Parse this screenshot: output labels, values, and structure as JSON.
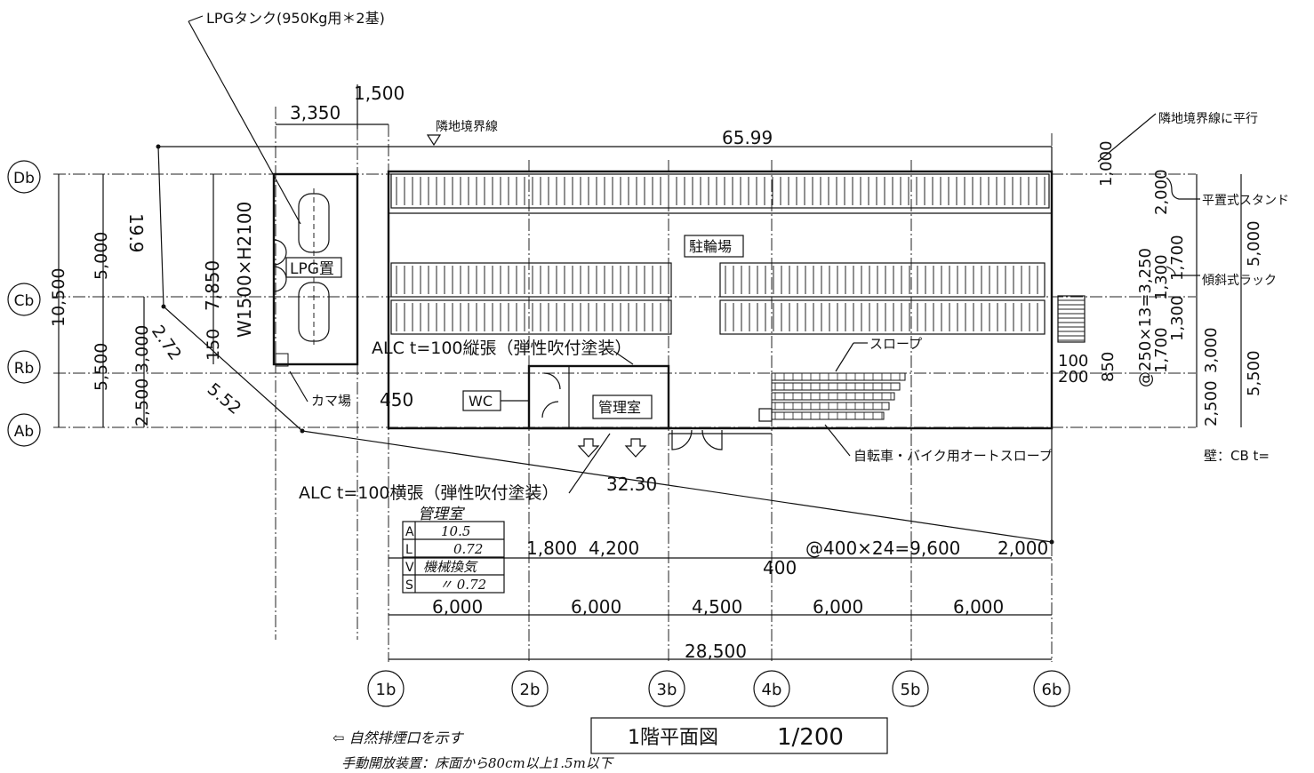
{
  "drawing": {
    "title": "1階平面図",
    "scale": "1/200",
    "legend": {
      "arrow_meaning": "⇦ 自然排煙口を示す",
      "manual_open": "手動開放装置：床面から80cm以上1.5m以下"
    },
    "labels": {
      "lpg_tank": "LPGタンク(950Kg用＊2基)",
      "boundary_top": "隣地境界線",
      "boundary_parallel": "隣地境界線に平行",
      "flat_stand": "平置式スタンド",
      "inclined_rack": "傾斜式ラック",
      "parking": "駐輪場",
      "lpg_room": "LPG置",
      "alc_vertical": "ALC t=100縦張（弾性吹付塗装）",
      "alc_horizontal": "ALC t=100横張（弾性吹付塗装）",
      "kama": "カマ場",
      "kama_angle": "450",
      "wc": "WC",
      "office": "管理室",
      "slope": "スロープ",
      "bike_slope": "自転車・バイク用オートスロープ",
      "wall": "壁：CB t="
    },
    "dimensions": {
      "d3350": "3,350",
      "d1500": "1,500",
      "d6599": "65.99",
      "d199": "19.9",
      "d7850": "7,850",
      "w1500h2100": "W1500×H2100",
      "d5000_left": "5,000",
      "d10500": "10,500",
      "d5500_left": "5,500",
      "d3000_left": "3,000",
      "d2500_left": "2,500",
      "d150": "150",
      "d272": "2.72",
      "d552": "5.52",
      "d3230": "32.30",
      "d1800": "1,800",
      "d4200": "4,200",
      "d400": "400",
      "pitch": "@400×24=9,600",
      "d2000_bottom": "2,000",
      "span1": "6,000",
      "span2": "6,000",
      "span3": "4,500",
      "span4": "6,000",
      "span5": "6,000",
      "total": "28,500",
      "d1000_right": "1,000",
      "d2000_right": "2,000",
      "d5000_right": "5,000",
      "d1700": "1,700",
      "d1300": "1,300",
      "d1300b": "1,300",
      "d1700b": "1,700",
      "d3250": "@250×13=3,250",
      "d850": "850",
      "d200": "200",
      "d100": "100",
      "d3000_right": "3,000",
      "d2500_right": "2,500",
      "d5500_right": "5,500"
    },
    "axes": {
      "rows": [
        "Db",
        "Cb",
        "Rb",
        "Ab"
      ],
      "columns": [
        "1b",
        "2b",
        "3b",
        "4b",
        "5b",
        "6b"
      ]
    },
    "schedule": {
      "title": "管理室",
      "rows": [
        {
          "key": "A",
          "value": "10.5"
        },
        {
          "key": "L",
          "value": "0.72"
        },
        {
          "key": "V",
          "value": "機械換気"
        },
        {
          "key": "S",
          "value": "〃 0.72"
        }
      ]
    }
  }
}
